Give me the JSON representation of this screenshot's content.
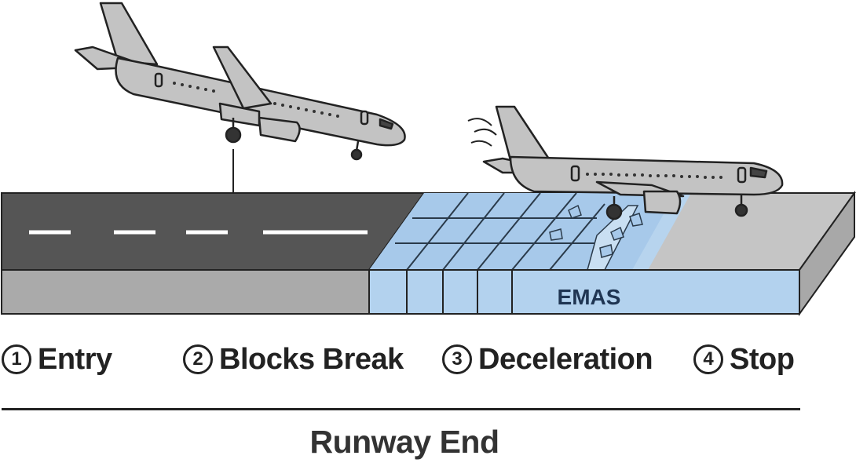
{
  "emas_label": "EMAS",
  "stages": [
    {
      "number": "1",
      "label": "Entry"
    },
    {
      "number": "2",
      "label": "Blocks Break"
    },
    {
      "number": "3",
      "label": "Deceleration"
    },
    {
      "number": "4",
      "label": "Stop"
    }
  ],
  "footer_label": "Runway End",
  "colors": {
    "runway_asphalt": "#555555",
    "runway_side": "#aaaaaa",
    "emas_top": "#a7c9ea",
    "emas_side": "#b3d2ee",
    "overrun_concrete": "#c5c5c5",
    "aircraft": "#c3c3c3",
    "outline": "#222222"
  }
}
